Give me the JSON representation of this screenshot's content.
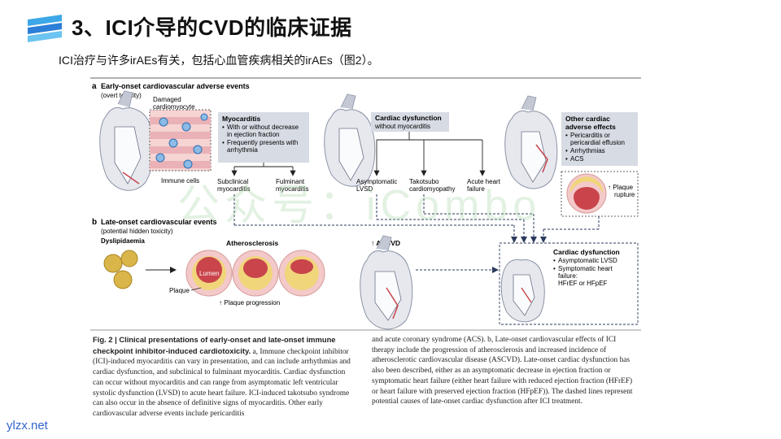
{
  "slide": {
    "title": "3、ICI介导的CVD的临床证据",
    "subtitle": "ICI治疗与许多irAEs有关，包括心血管疾病相关的irAEs（图2）。",
    "footer": "ylzx.net",
    "watermark": "公众号：iCombo"
  },
  "figure": {
    "panel_a": {
      "letter": "a",
      "title": "Early-onset cardiovascular adverse events",
      "subtitle": "(overt toxicity)",
      "damaged_label": "Damaged\ncardiomyocyte",
      "immune_label": "Immune cells",
      "myocarditis": {
        "title": "Myocarditis",
        "bullets": [
          "With or without decrease\nin ejection fraction",
          "Frequently presents with\narrhythmia"
        ],
        "outcomes": [
          "Subclinical\nmyocarditis",
          "Fulminant\nmyocarditis"
        ]
      },
      "cardiac_dysfunction": {
        "title": "Cardiac dysfunction",
        "subtitle": "without myocarditis",
        "outcomes": [
          "Asymptomatic\nLVSD",
          "Takotsubo\ncardiomyopathy",
          "Acute heart\nfailure"
        ]
      },
      "other_effects": {
        "title": "Other cardiac\nadverse effects",
        "bullets": [
          "Pericarditis or\npericardial effusion",
          "Arrhythmias",
          "ACS"
        ]
      },
      "plaque_rupture": "↑ Plaque\nrupture"
    },
    "panel_b": {
      "letter": "b",
      "title": "Late-onset cardiovascular events",
      "subtitle": "(potential hidden toxicity)",
      "dyslipidaemia": "Dyslipidaemia",
      "atherosclerosis": "Atherosclerosis",
      "lumen": "Lumen",
      "plaque": "Plaque",
      "plaque_progression": "↑ Plaque progression",
      "ascvd": "↑ ASCVD",
      "late_dysfunction": {
        "title": "Cardiac dysfunction",
        "bullets": [
          "Asymptomatic LVSD",
          "Symptomatic heart\nfailure:\nHFrEF or HFpEF"
        ]
      }
    },
    "caption": {
      "fig_label": "Fig. 2 | Clinical presentations of early-onset and late-onset immune checkpoint inhibitor-induced cardiotoxicity.",
      "left_text": " a, Immune checkpoint inhibitor (ICI)-induced myocarditis can vary in presentation, and can include arrhythmias and cardiac dysfunction, and subclinical to fulminant myocarditis. Cardiac dysfunction can occur without myocarditis and can range from asymptomatic left ventricular systolic dysfunction (LVSD) to acute heart failure. ICI-induced takotsubo syndrome can also occur in the absence of definitive signs of myocarditis. Other early cardiovascular adverse events include pericarditis",
      "right_text": "and acute coronary syndrome (ACS). b, Late-onset cardiovascular effects of ICI therapy include the progression of atherosclerosis and increased incidence of atherosclerotic cardiovascular disease (ASCVD). Late-onset cardiac dysfunction has also been described, either as an asymptomatic decrease in ejection fraction or symptomatic heart failure (either heart failure with reduced ejection fraction (HFrEF) or heart failure with preserved ejection fraction (HFpEF)). The dashed lines represent potential causes of late-onset cardiac dysfunction after ICI treatment."
    }
  },
  "colors": {
    "title_bar_blue": "#2b7fd8",
    "box_gray": "#d7dbe3",
    "plaque_red": "#c9444b",
    "plaque_yellow": "#f1d57a",
    "dashed_navy": "#2b3a5c"
  }
}
